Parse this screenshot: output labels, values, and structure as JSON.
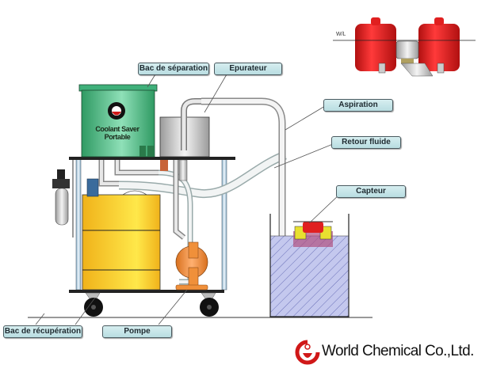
{
  "diagram": {
    "title": "Coolant Saver Portable system diagram",
    "labels": {
      "separation_tank": "Bac de séparation",
      "purifier": "Epurateur",
      "suction": "Aspiration",
      "fluid_return": "Retour fluide",
      "sensor": "Capteur",
      "recovery_tank": "Bac de récupération",
      "pump": "Pompe"
    },
    "product_label": [
      "Coolant Saver",
      "Portable"
    ],
    "inset": {
      "waterline_label": "W/L"
    },
    "company": {
      "name": "World Chemical Co.,Ltd."
    },
    "colors": {
      "separation_tank": "#3fb07a",
      "recovery_tank": "#f2c21e",
      "pump": "#f0903a",
      "float": "#e02020",
      "liquid": "#b9bfe8",
      "label_fill": "#c6e6ea",
      "brand_red": "#d01818"
    }
  }
}
